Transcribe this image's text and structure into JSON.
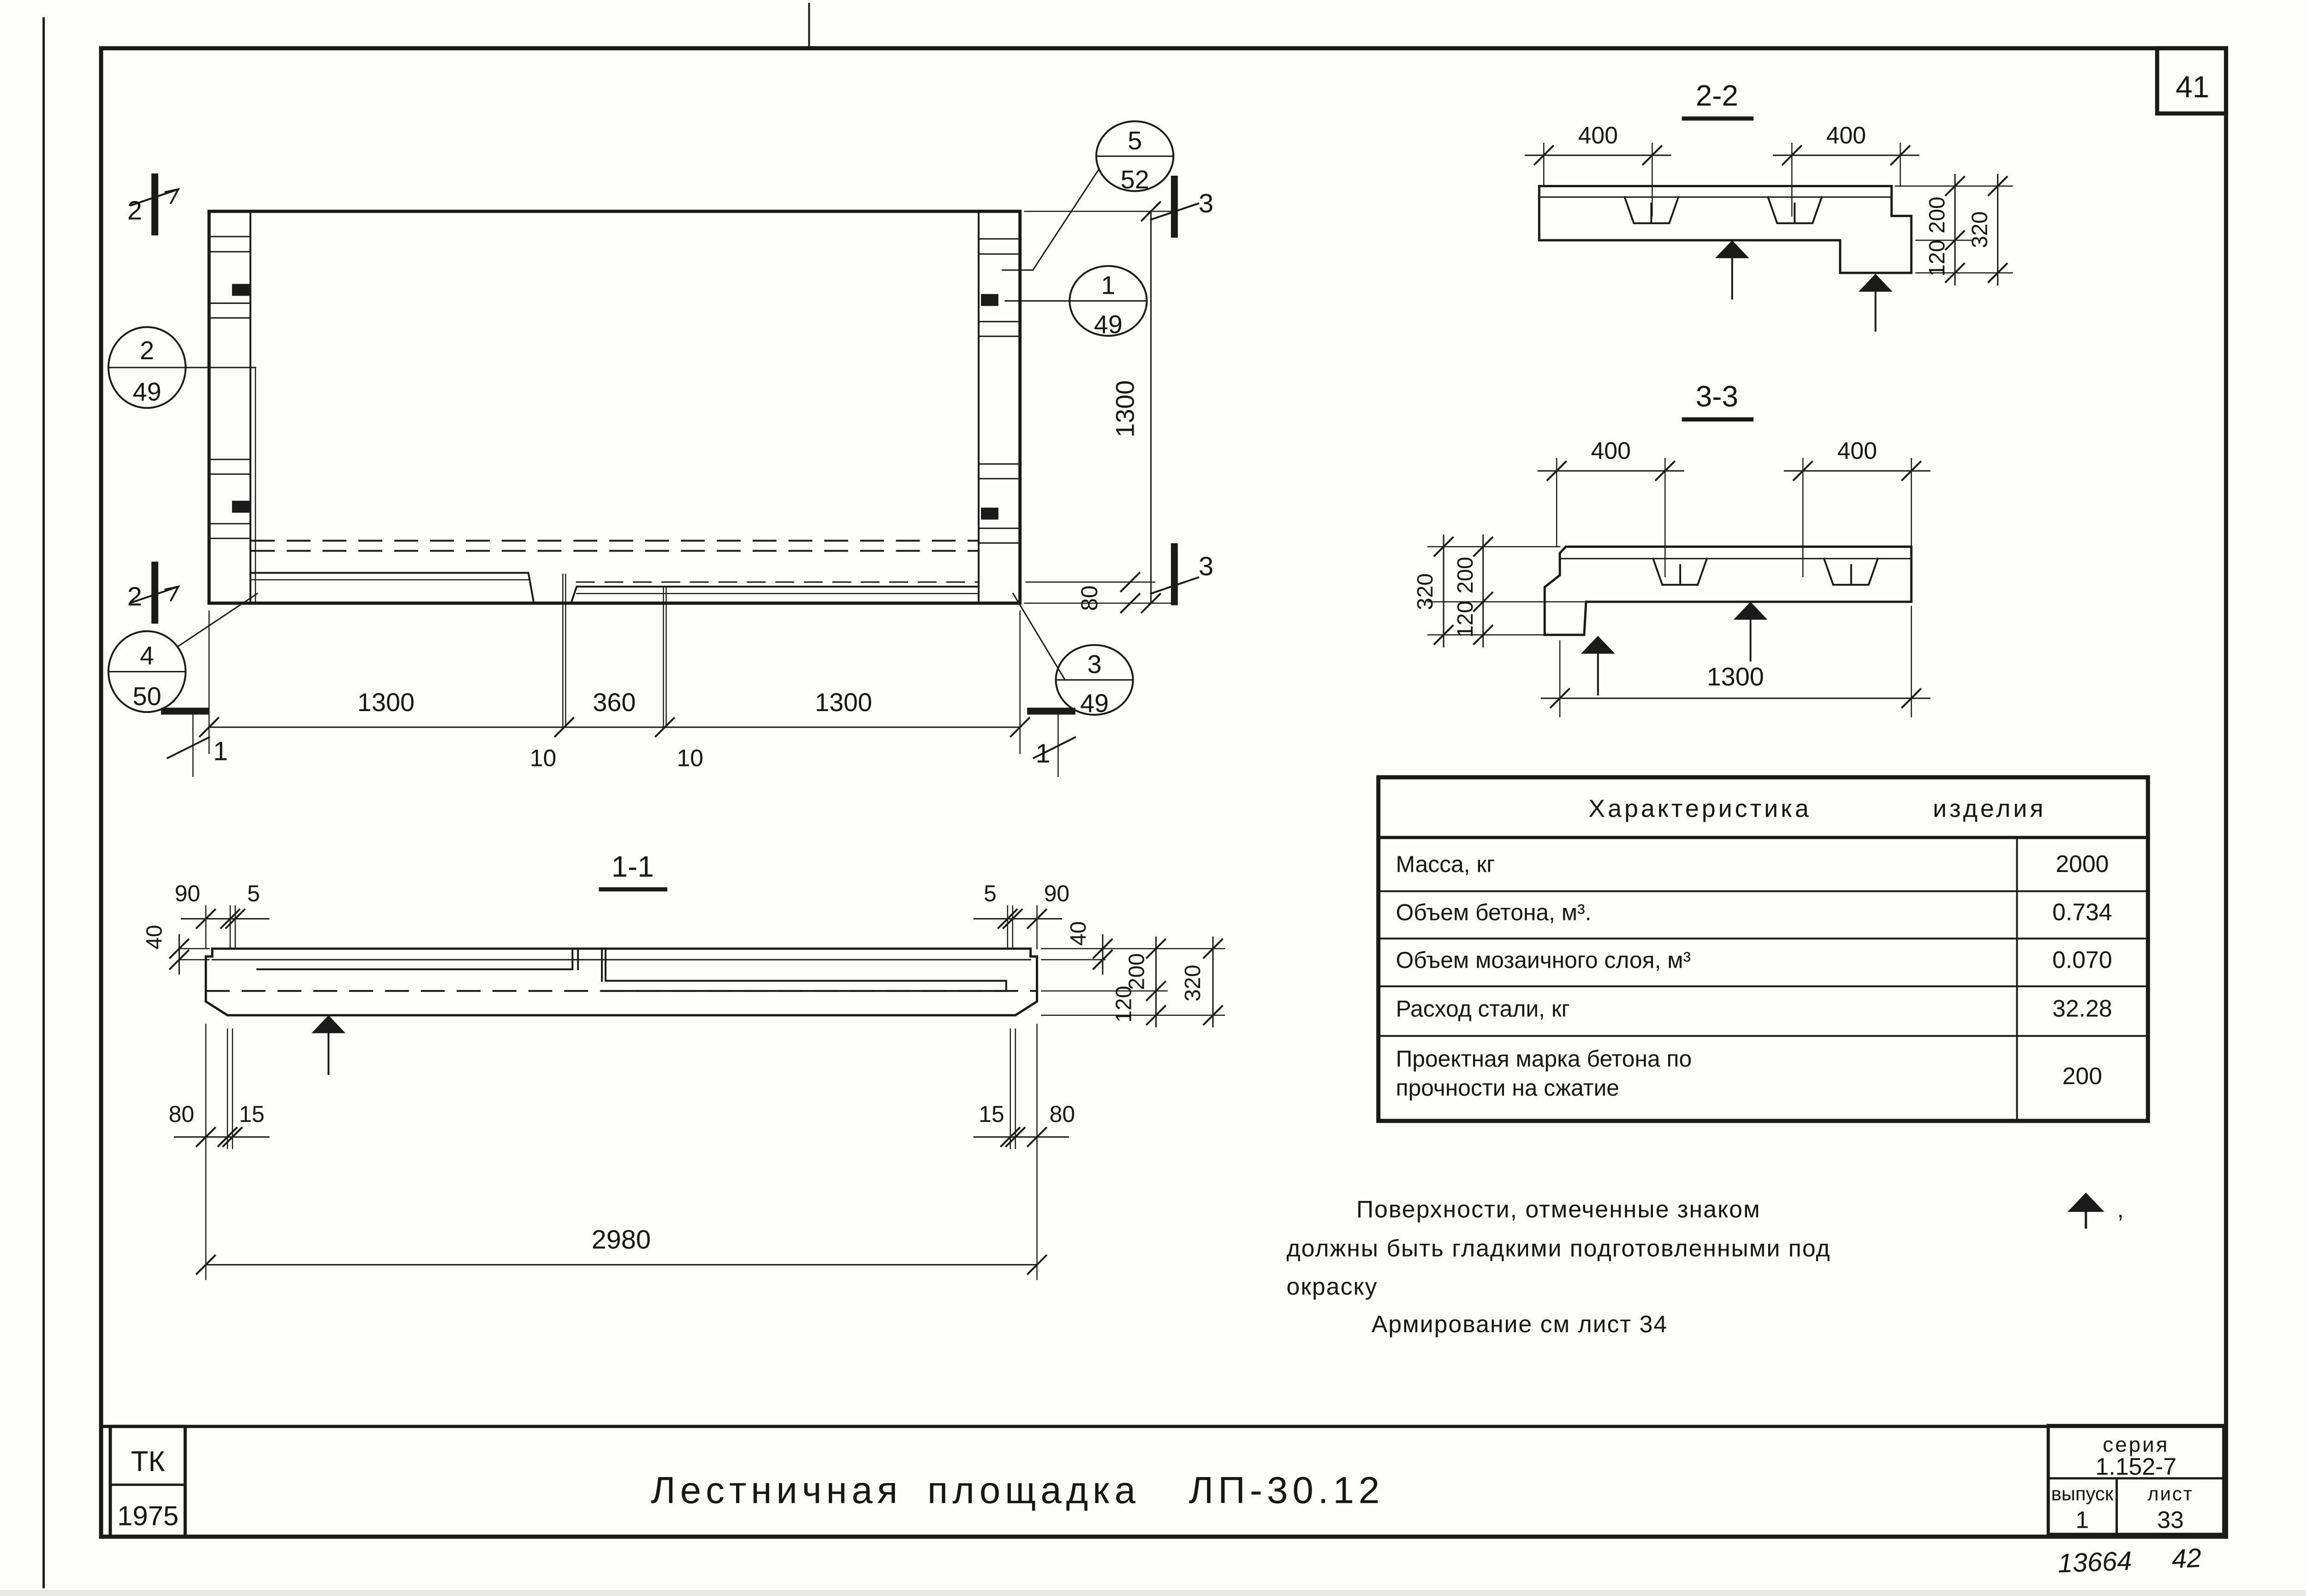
{
  "sheet": {
    "number": "41",
    "stamp_top": "ТК",
    "stamp_bottom": "1975",
    "title_parts": [
      "Лестничная",
      "площадка",
      "ЛП-30.12"
    ],
    "handwritten_number": "13664",
    "handwritten_page": "42"
  },
  "title_block": {
    "series_label": "серия",
    "series_value": "1.152-7",
    "issue_label": "выпуск",
    "issue_value": "1",
    "sheet_label": "лист",
    "sheet_value": "33"
  },
  "table": {
    "header_word1": "Характеристика",
    "header_word2": "изделия",
    "rows": [
      {
        "label": "Масса, кг",
        "value": "2000"
      },
      {
        "label": "Объем бетона, м³.",
        "value": "0.734"
      },
      {
        "label": "Объем мозаичного слоя, м³",
        "value": "0.070"
      },
      {
        "label": "Расход стали, кг",
        "value": "32.28"
      },
      {
        "label_line1": "Проектная марка бетона по",
        "label_line2": "прочности на сжатие",
        "value": "200"
      }
    ]
  },
  "notes": {
    "line1": "Поверхности, отмеченные  знаком",
    "line1_comma": ",",
    "line2": "должны быть гладкими подготовленными под",
    "line3": "окраску",
    "line4": "Армирование  см лист 34"
  },
  "plan_view": {
    "callouts": {
      "c5": {
        "num": "5",
        "sheet": "52"
      },
      "c2": {
        "num": "2",
        "sheet": "49"
      },
      "c1": {
        "num": "1",
        "sheet": "49"
      },
      "c4": {
        "num": "4",
        "sheet": "50"
      },
      "c3": {
        "num": "3",
        "sheet": "49"
      }
    },
    "markers": {
      "m2": "2",
      "m3": "3",
      "m1": "1"
    },
    "dims": {
      "bottom_left": "1300",
      "bottom_mid": "360",
      "bottom_right": "1300",
      "gap_left": "10",
      "gap_right": "10",
      "right_height": "1300",
      "right_small": "80"
    }
  },
  "section_2_2": {
    "title": "2-2",
    "dims": {
      "left_400": "400",
      "right_400": "400",
      "inner_200": "200",
      "inner_120": "120",
      "outer_320": "320"
    }
  },
  "section_3_3": {
    "title": "3-3",
    "dims": {
      "left_400": "400",
      "right_400": "400",
      "outer_320": "320",
      "inner_200": "200",
      "inner_120": "120",
      "bottom_1300": "1300"
    }
  },
  "section_1_1": {
    "title": "1-1",
    "dims": {
      "tl_90": "90",
      "tl_5": "5",
      "tr_5": "5",
      "tr_90": "90",
      "left_40": "40",
      "right_40": "40",
      "r_200": "200",
      "r_120": "120",
      "r_320": "320",
      "bl_80": "80",
      "bl_15": "15",
      "br_15": "15",
      "br_80": "80",
      "width": "2980"
    }
  }
}
